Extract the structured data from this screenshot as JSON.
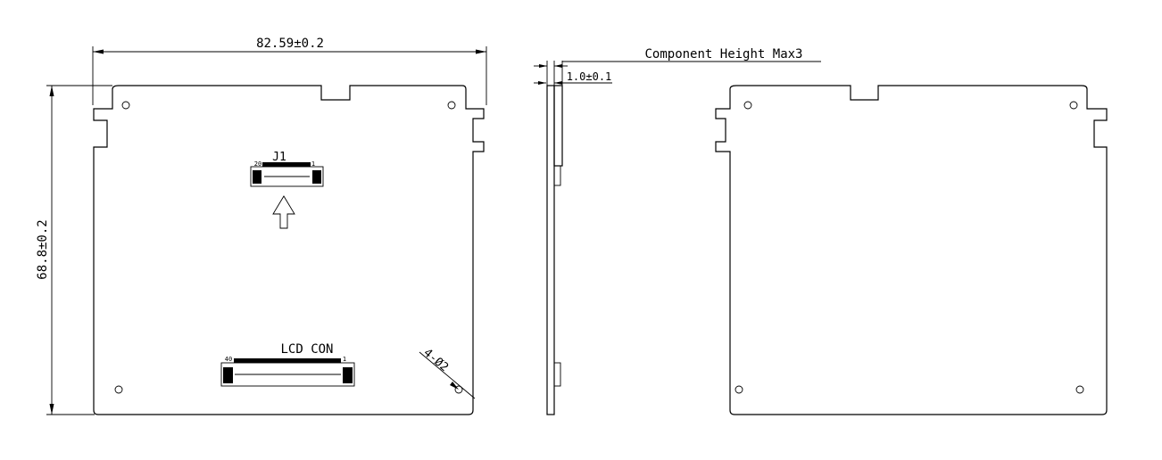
{
  "dimensions": {
    "width": "82.59±0.2",
    "height": "68.8±0.2",
    "thickness": "1.0±0.1",
    "component_height": "Component Height Max3",
    "holes": "4-Ø2"
  },
  "connectors": {
    "j1": {
      "ref": "J1",
      "pin_left": "20",
      "pin_right": "1"
    },
    "lcd": {
      "ref": "LCD CON",
      "pin_left": "40",
      "pin_right": "1"
    }
  }
}
